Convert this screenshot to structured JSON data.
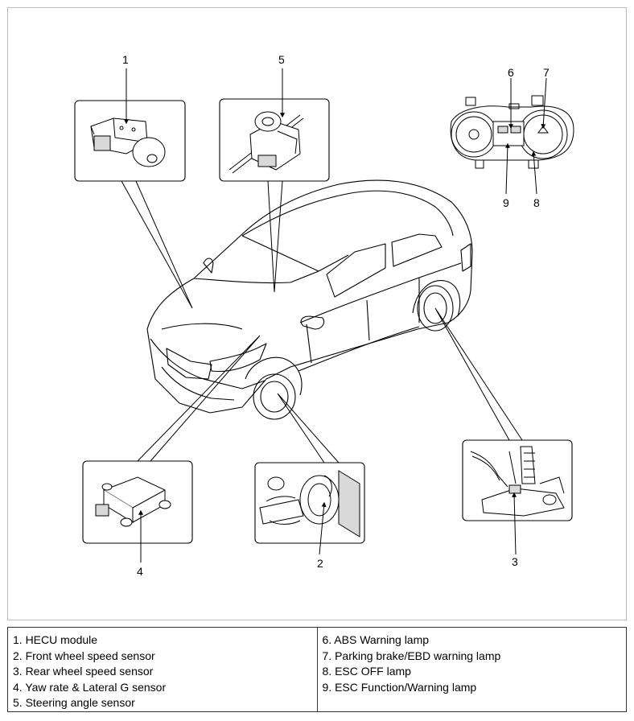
{
  "callouts": {
    "c1": "1",
    "c2": "2",
    "c3": "3",
    "c4": "4",
    "c5": "5",
    "c6": "6",
    "c7": "7",
    "c8": "8",
    "c9": "9"
  },
  "legend": {
    "left": [
      "1. HECU module",
      "2. Front wheel speed sensor",
      "3. Rear wheel speed sensor",
      "4. Yaw rate & Lateral G sensor",
      "5. Steering angle sensor"
    ],
    "right": [
      "6. ABS Warning lamp",
      "7. Parking brake/EBD warning lamp",
      "8. ESC OFF lamp",
      "9. ESC Function/Warning lamp"
    ]
  },
  "colors": {
    "line": "#000000",
    "frame": "#bdbdbd",
    "shade": "#d9d9d9"
  }
}
